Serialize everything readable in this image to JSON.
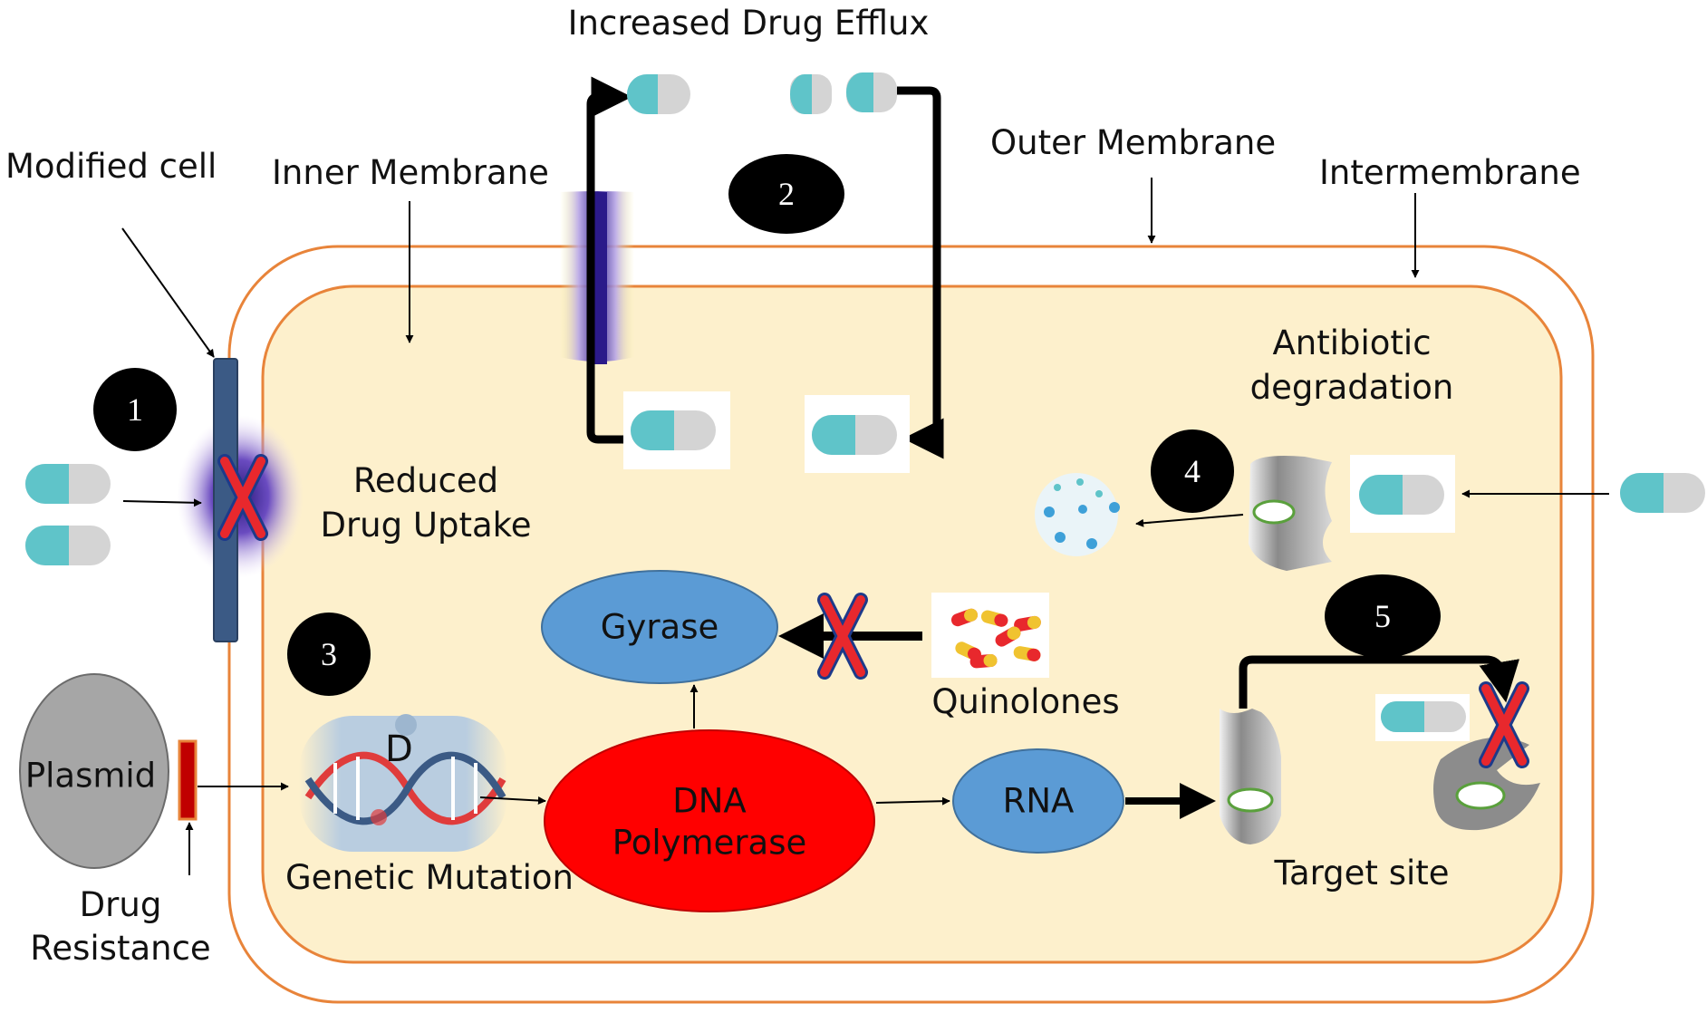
{
  "title": "Increased Drug Efflux",
  "labels": {
    "modified_cell": "Modified cell",
    "inner_membrane": "Inner Membrane",
    "outer_membrane": "Outer Membrane",
    "intermembrane": "Intermembrane",
    "reduced_uptake_line1": "Reduced",
    "reduced_uptake_line2": "Drug Uptake",
    "antibiotic_degradation_line1": "Antibiotic",
    "antibiotic_degradation_line2": "degradation",
    "gyrase": "Gyrase",
    "quinolones": "Quinolones",
    "plasmid": "Plasmid",
    "drug_resistance_line1": "Drug",
    "drug_resistance_line2": "Resistance",
    "genetic_mutation": "Genetic Mutation",
    "dna_polymerase_line1": "DNA",
    "dna_polymerase_line2": "Polymerase",
    "rna": "RNA",
    "target_site": "Target site",
    "dna_glyph": "D"
  },
  "steps": [
    "1",
    "2",
    "3",
    "4",
    "5"
  ],
  "colors": {
    "membrane": "#e8843a",
    "cytoplasm": "#fdf0cc",
    "blue_node": "#5b9bd5",
    "red_node": "#ff0000",
    "capsule_teal": "#5fc4c9",
    "capsule_grey": "#d4d4d4",
    "porin": "#3b5a85",
    "x_mark": "#e8282d"
  }
}
